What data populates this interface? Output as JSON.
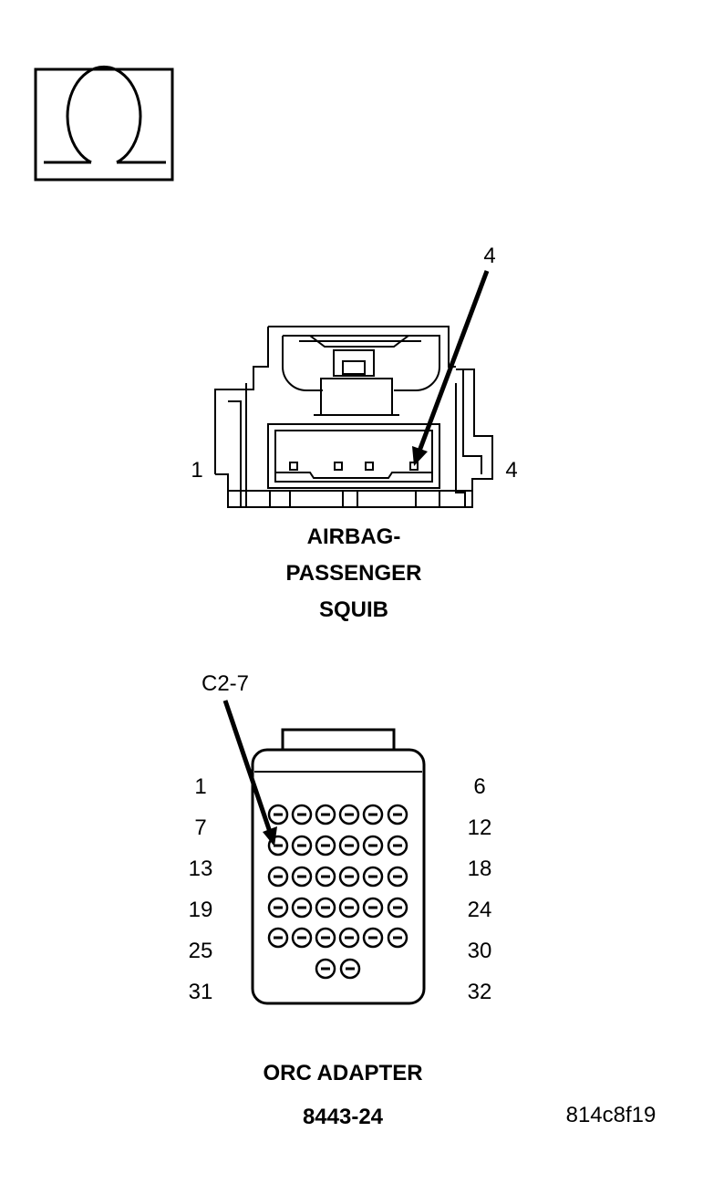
{
  "symbol": {
    "icon": "ohm-icon"
  },
  "squib": {
    "callout_pin": "4",
    "left_pin_label": "1",
    "right_pin_label": "4",
    "title_lines": [
      "AIRBAG-",
      "PASSENGER",
      "SQUIB"
    ]
  },
  "orc": {
    "callout": "C2-7",
    "left_row_labels": [
      "1",
      "7",
      "13",
      "19",
      "25",
      "31"
    ],
    "right_row_labels": [
      "6",
      "12",
      "18",
      "24",
      "30",
      "32"
    ],
    "title": "ORC ADAPTER",
    "part_number": "8443-24"
  },
  "figure_id": "814c8f19"
}
